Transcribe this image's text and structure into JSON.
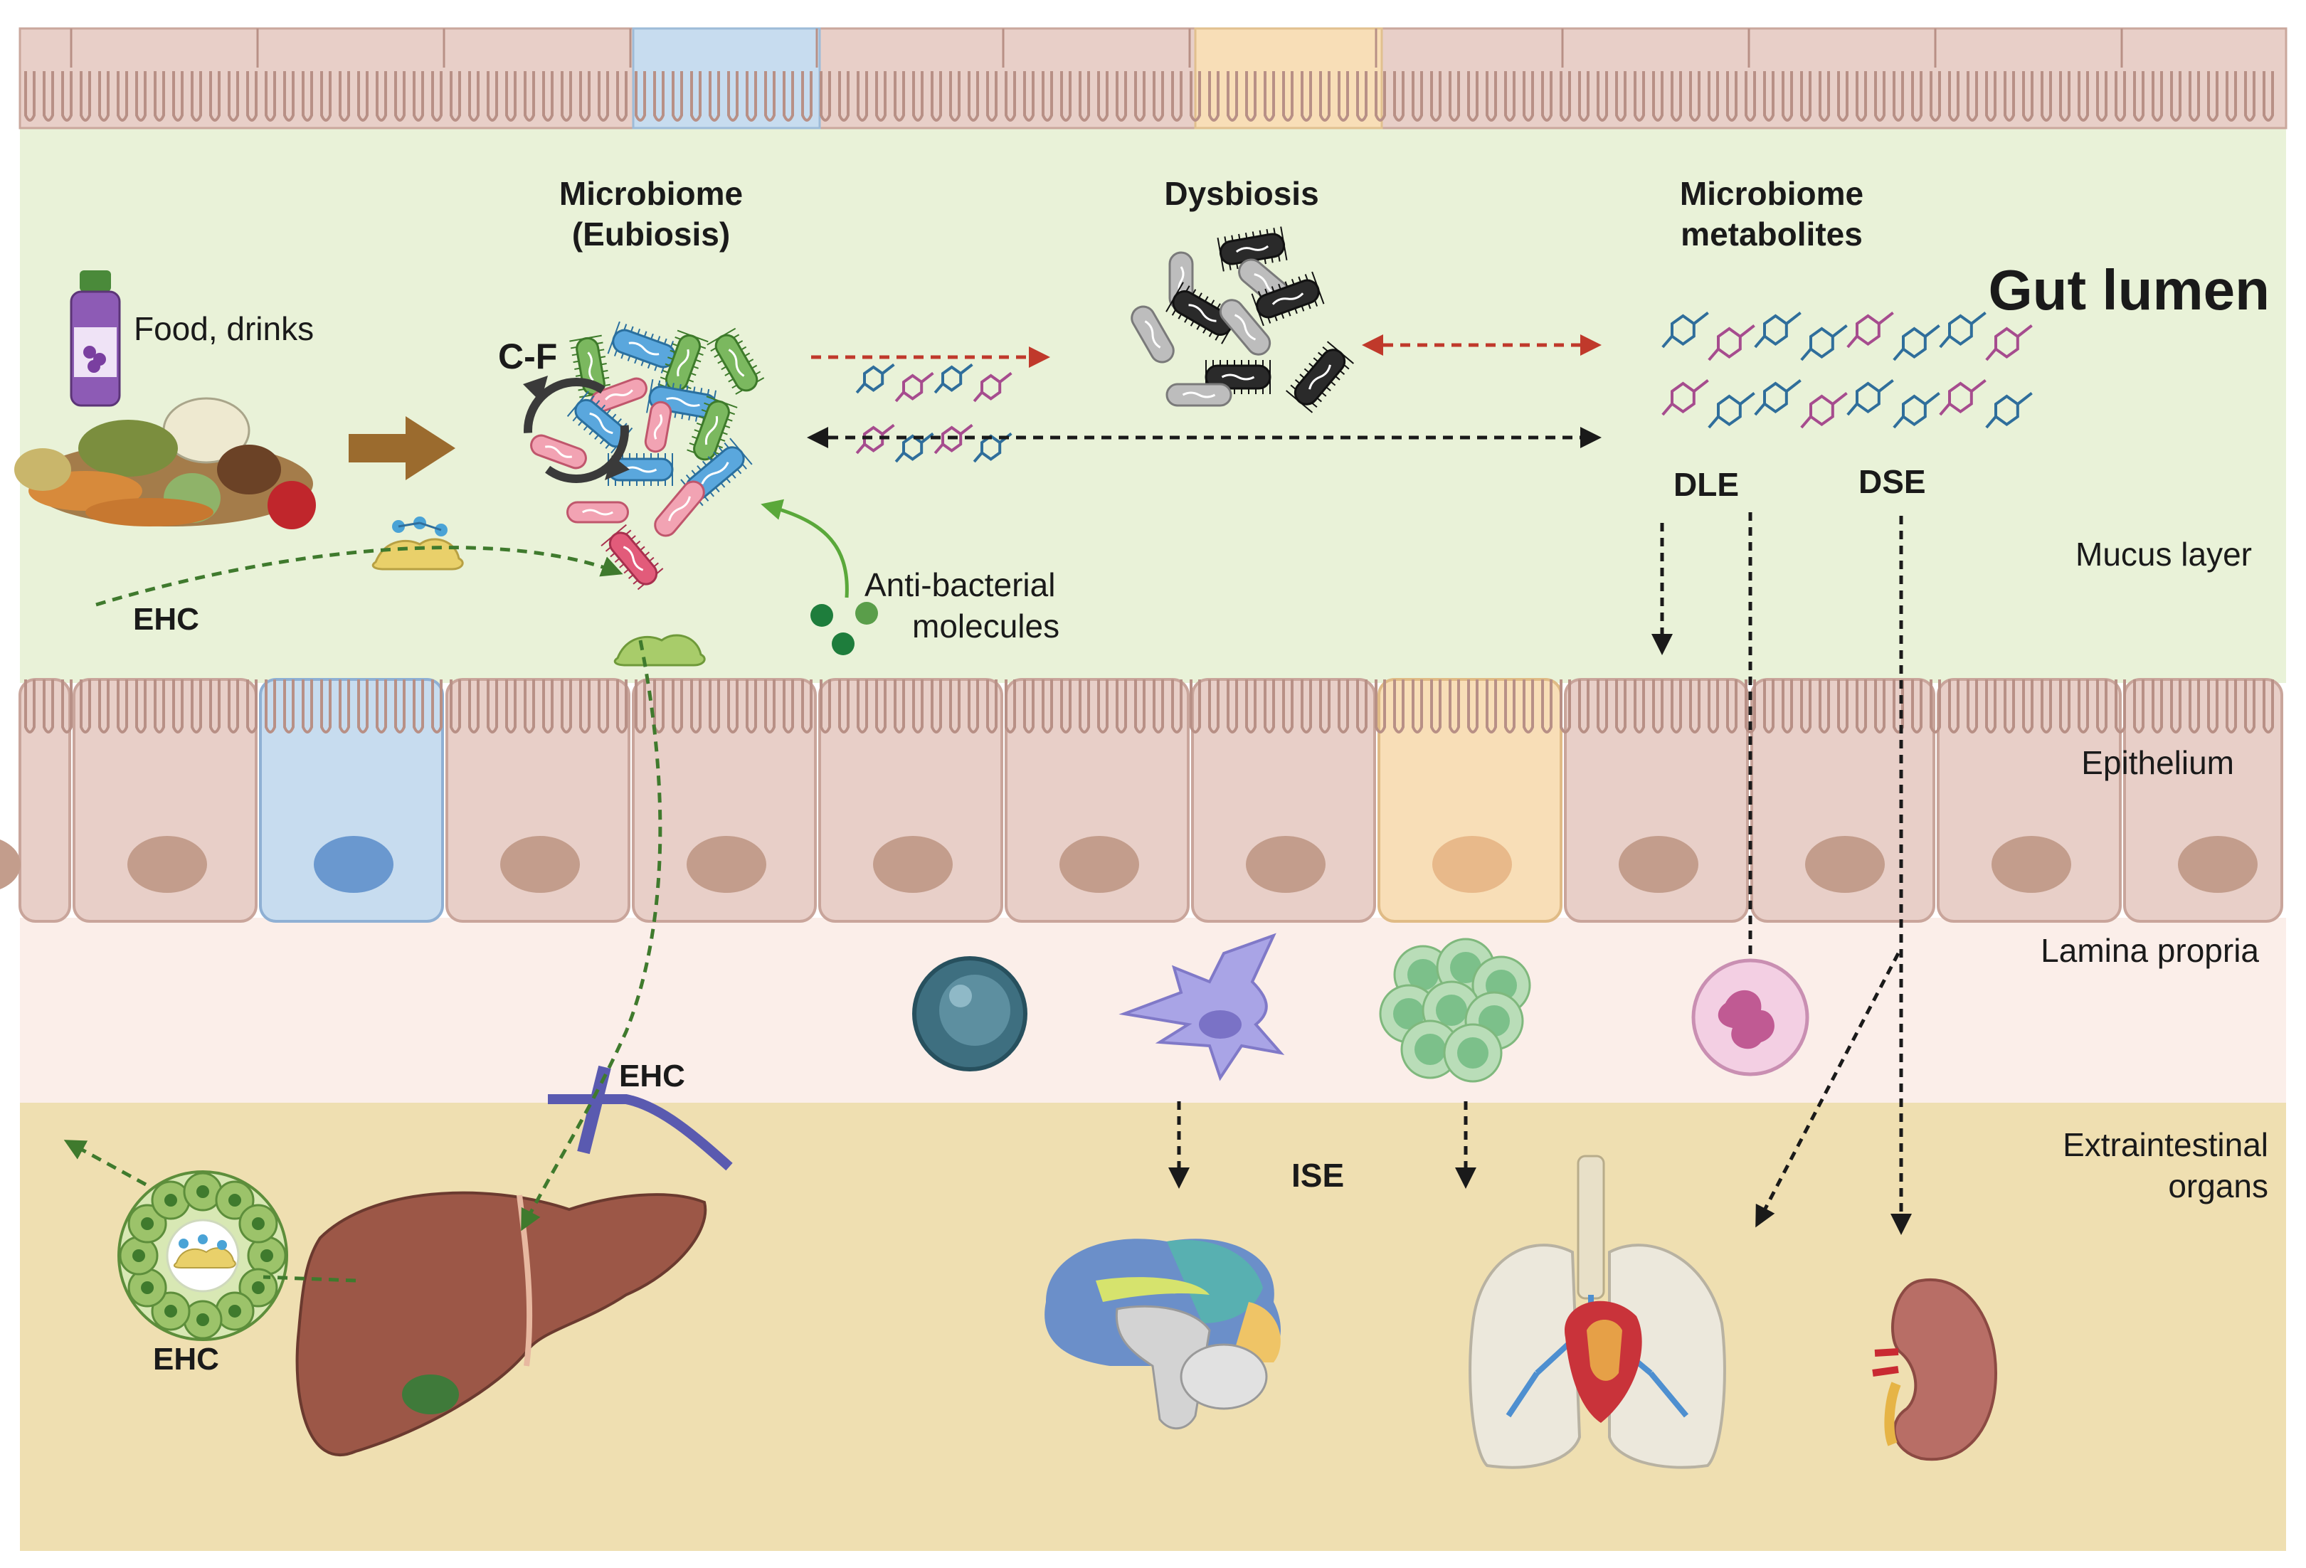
{
  "labels": {
    "gut_lumen": "Gut lumen",
    "microbiome": [
      "Microbiome",
      "(Eubiosis)"
    ],
    "dysbiosis": "Dysbiosis",
    "metabolites": [
      "Microbiome",
      "metabolites"
    ],
    "food": "Food, drinks",
    "cf": "C-F",
    "antibacterial": [
      "Anti-bacterial",
      "molecules"
    ],
    "ehc": "EHC",
    "dle": "DLE",
    "dse": "DSE",
    "ise": "ISE",
    "mucus": "Mucus layer",
    "epithelium": "Epithelium",
    "lamina": "Lamina propria",
    "extraintestinal": [
      "Extraintestinal",
      "organs"
    ]
  },
  "colors": {
    "mucus": "#e9f2d8",
    "epithelium_cell": "#e8cfc8",
    "nucleus": "#c39d8c",
    "lamina": "#fbeee9",
    "organs_bg": "#efdfb1",
    "tuft_cell": "#c7dcef",
    "enteroendocrine_cell": "#f8deb7",
    "ehc_arrow": "#3f7a2d",
    "dysbiosis_arrow": "#c0392b",
    "metabolite_blue": "#2f6e9b",
    "metabolite_purple": "#a64c8e",
    "liver": "#9c5747",
    "food_arrow": "#9b6b2e"
  },
  "icons": [
    "juice-bottle-icon",
    "food-pile-icon",
    "bacteria-cluster-icon",
    "dysbiosis-bacteria-icon",
    "metabolite-molecules-icon",
    "bile-acid-icon",
    "antibacterial-molecule-icon",
    "lymphocyte-icon",
    "dendritic-cell-icon",
    "plasma-cell-cluster-icon",
    "neutrophil-icon",
    "brain-icon",
    "lungs-heart-icon",
    "kidney-icon",
    "liver-icon",
    "hepatocyte-acinus-icon",
    "portal-vein-icon"
  ]
}
